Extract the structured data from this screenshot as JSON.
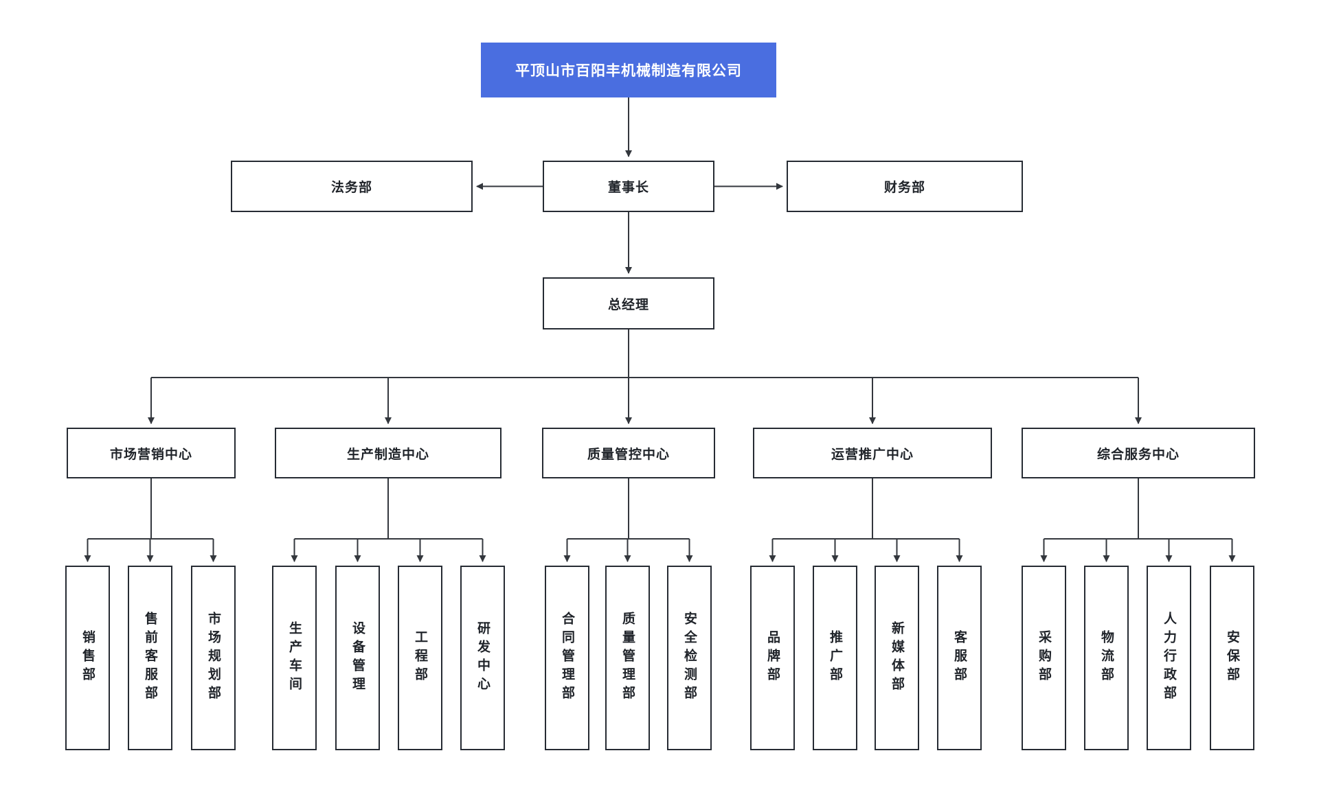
{
  "org": {
    "root": {
      "label": "平顶山市百阳丰机械制造有限公司"
    },
    "chairman": {
      "label": "董事长"
    },
    "legal": {
      "label": "法务部"
    },
    "finance": {
      "label": "财务部"
    },
    "general_manager": {
      "label": "总经理"
    },
    "centers": [
      {
        "label": "市场营销中心",
        "departments": [
          "销售部",
          "售前客服部",
          "市场规划部"
        ]
      },
      {
        "label": "生产制造中心",
        "departments": [
          "生产车间",
          "设备管理",
          "工程部",
          "研发中心"
        ]
      },
      {
        "label": "质量管控中心",
        "departments": [
          "合同管理部",
          "质量管理部",
          "安全检测部"
        ]
      },
      {
        "label": "运营推广中心",
        "departments": [
          "品牌部",
          "推广部",
          "新媒体部",
          "客服部"
        ]
      },
      {
        "label": "综合服务中心",
        "departments": [
          "采购部",
          "物流部",
          "人力行政部",
          "安保部"
        ]
      }
    ],
    "colors": {
      "root_bg": "#4a6ee0",
      "root_text": "#ffffff",
      "node_border": "#262b33",
      "node_text": "#1f2329",
      "line": "#33373d",
      "background": "#ffffff"
    }
  }
}
